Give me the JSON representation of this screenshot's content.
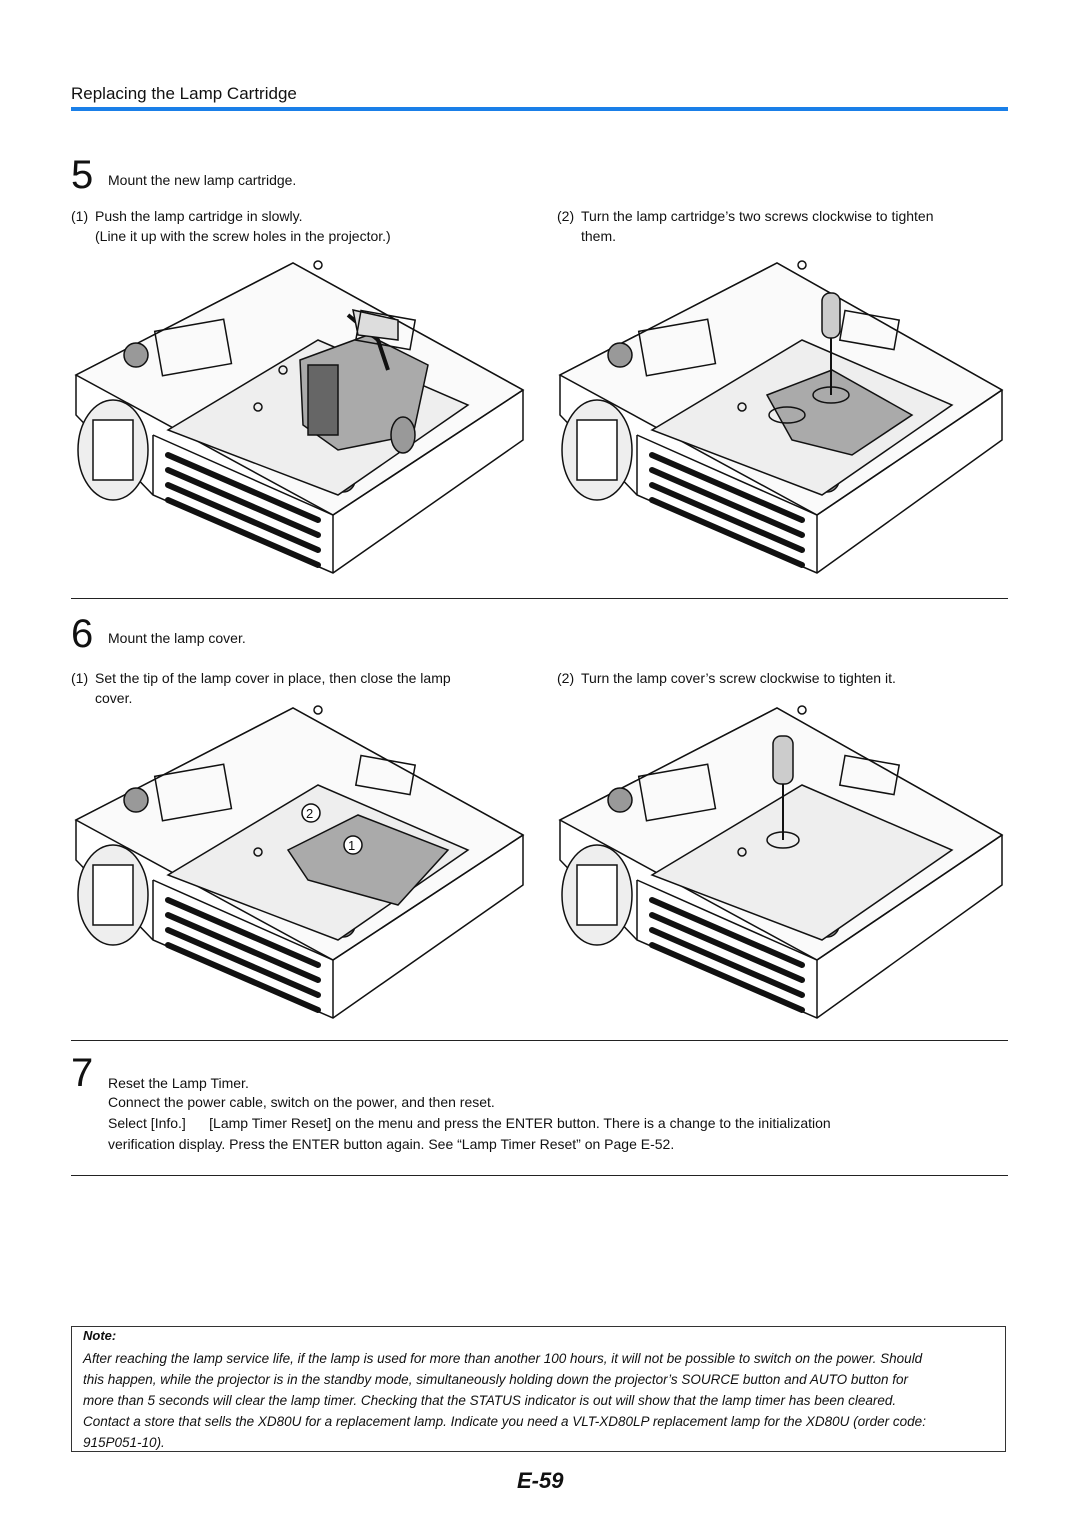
{
  "section_title": "Replacing the Lamp Cartridge",
  "accent_color": "#1a7fe8",
  "steps": [
    {
      "number": "5",
      "title": "Mount the new lamp cartridge.",
      "left_num": "(1)",
      "left_line1": "Push the lamp cartridge in slowly.",
      "left_line2": "(Line it up with the screw holes in the projector.)",
      "right_num": "(2)",
      "right_line1": "Turn the lamp cartridge’s two screws clockwise to tighten",
      "right_line2": "them."
    },
    {
      "number": "6",
      "title": "Mount the lamp cover.",
      "left_num": "(1)",
      "left_line1": "Set the tip of the lamp cover in place, then close the lamp",
      "left_line2": "cover.",
      "right_num": "(2)",
      "right_line1": "Turn the lamp cover’s screw clockwise to tighten it.",
      "callout_1": "1",
      "callout_2": "2"
    },
    {
      "number": "7",
      "title": "Reset the Lamp Timer.",
      "line1": "Connect the power cable, switch on the power, and then reset.",
      "line2": "Select [Info.]      [Lamp Timer Reset] on the menu and press the ENTER button. There is a change to the initialization",
      "line3": "verification display. Press the ENTER button again. See “Lamp Timer Reset” on Page E-52."
    }
  ],
  "note": {
    "label": "Note:",
    "lines": [
      "After reaching the lamp service life, if the lamp is used for more than another 100 hours, it will not be possible to switch on the power. Should",
      "this happen, while the projector is in the standby mode, simultaneously holding down the projector’s SOURCE button and AUTO button for",
      "more than 5 seconds will clear the lamp timer. Checking that the STATUS indicator is out will show that the lamp timer has been cleared.",
      "Contact a store that sells the XD80U for a replacement lamp. Indicate you need a VLT-XD80LP replacement lamp for the XD80U (order code:",
      "915P051-10)."
    ]
  },
  "page_number": "E-59"
}
